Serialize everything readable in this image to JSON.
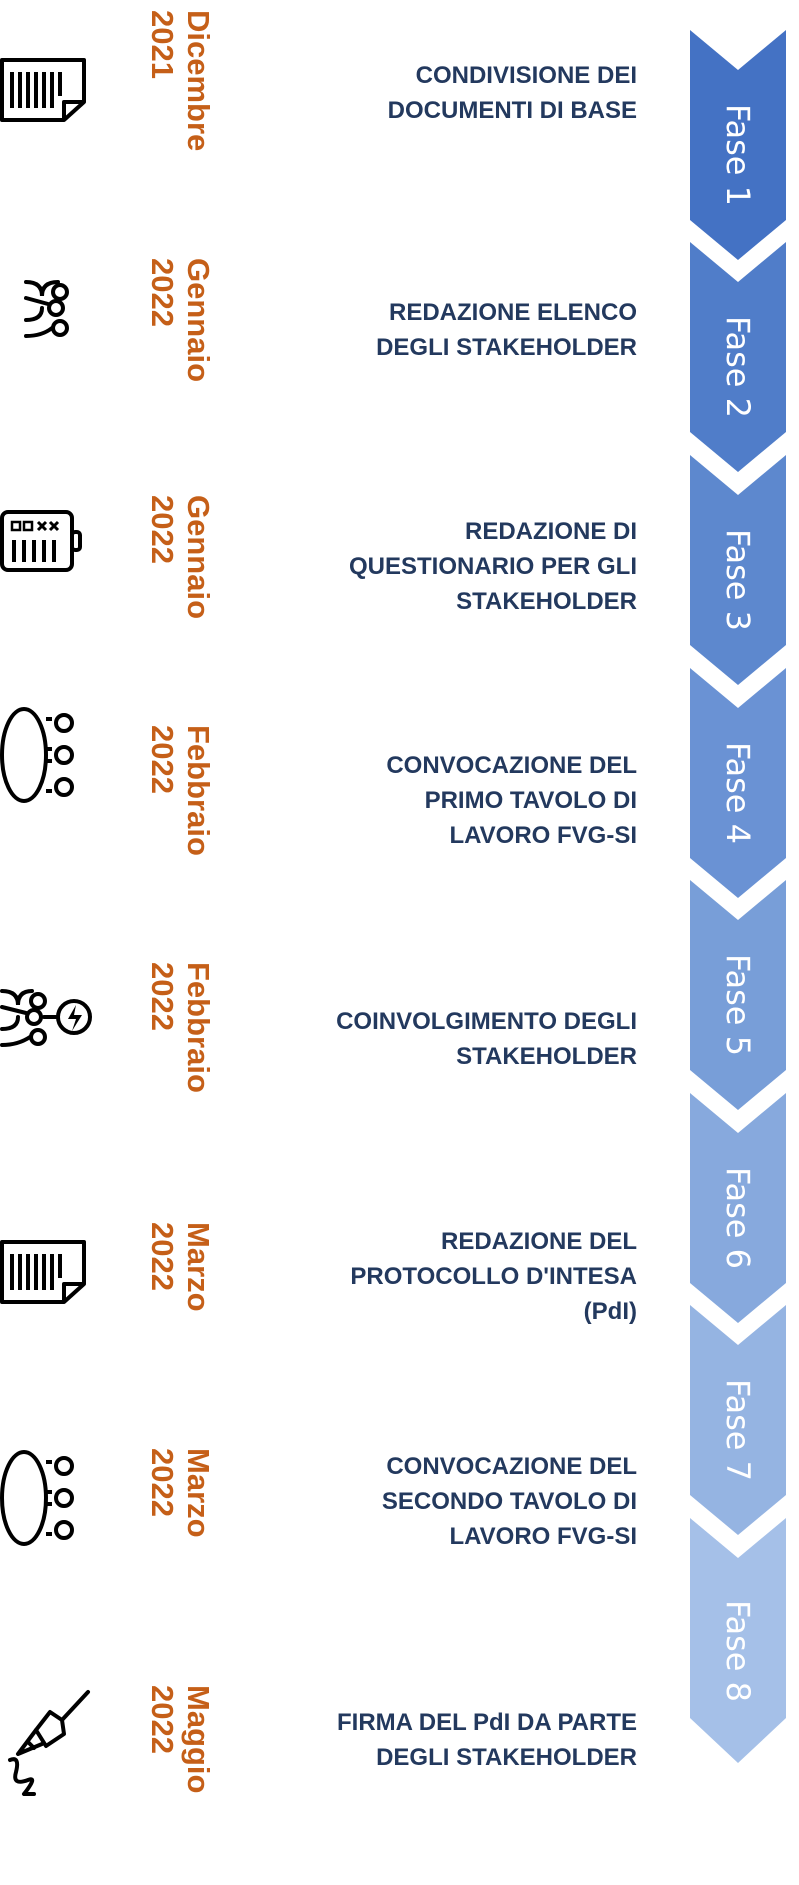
{
  "phases": [
    {
      "label": "Fase 1",
      "date_month": "Dicembre",
      "date_year": "2021",
      "description": "CONDIVISIONE DEI\nDOCUMENTI DI BASE",
      "icon": "document-icon",
      "color": "#4472c4"
    },
    {
      "label": "Fase 2",
      "date_month": "Gennaio",
      "date_year": "2022",
      "description": "REDAZIONE ELENCO\nDEGLI STAKEHOLDER",
      "icon": "network-icon",
      "color": "#507dc9"
    },
    {
      "label": "Fase 3",
      "date_month": "Gennaio",
      "date_year": "2022",
      "description": "REDAZIONE DI\nQUESTIONARIO PER GLI\nSTAKEHOLDER",
      "icon": "questionnaire-icon",
      "color": "#5d88ce"
    },
    {
      "label": "Fase 4",
      "date_month": "Febbraio",
      "date_year": "2022",
      "description": "CONVOCAZIONE DEL\nPRIMO TAVOLO DI\nLAVORO FVG-SI",
      "icon": "meeting-table-icon",
      "color": "#6a92d4"
    },
    {
      "label": "Fase 5",
      "date_month": "Febbraio",
      "date_year": "2022",
      "description": "COINVOLGIMENTO DEGLI\nSTAKEHOLDER",
      "icon": "stakeholder-idea-icon",
      "color": "#789ed8"
    },
    {
      "label": "Fase 6",
      "date_month": "Marzo",
      "date_year": "2022",
      "description": "REDAZIONE DEL\nPROTOCOLLO D'INTESA\n(PdI)",
      "icon": "document-icon",
      "color": "#87a9dd"
    },
    {
      "label": "Fase 7",
      "date_month": "Marzo",
      "date_year": "2022",
      "description": "CONVOCAZIONE DEL\nSECONDO TAVOLO DI\nLAVORO FVG-SI",
      "icon": "meeting-table-icon",
      "color": "#95b4e2"
    },
    {
      "label": "Fase 8",
      "date_month": "Maggio",
      "date_year": "2022",
      "description": "FIRMA DEL PdI DA PARTE\nDEGLI STAKEHOLDER",
      "icon": "pen-signature-icon",
      "color": "#a5c0e8"
    }
  ]
}
